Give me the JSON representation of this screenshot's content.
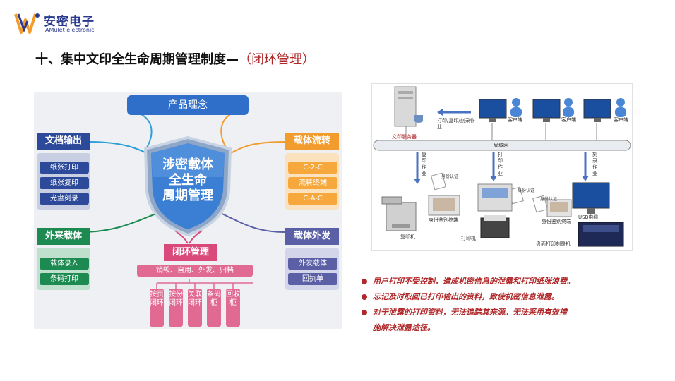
{
  "brand": {
    "name_cn": "安密电子",
    "name_en": "AMulet electronic"
  },
  "title": {
    "main": "十、集中文印全生命周期管理制度—",
    "accent": "（闭环管理）"
  },
  "concept": {
    "top": "产品理念",
    "shield": [
      "涉密载体",
      "全生命",
      "周期管理"
    ],
    "doc_output": {
      "title": "文档输出",
      "items": [
        "纸张打印",
        "纸张复印",
        "光盘刻录"
      ]
    },
    "carrier_flow": {
      "title": "载体流转",
      "items": [
        "C-2-C",
        "流转终端",
        "C-A-C"
      ]
    },
    "external": {
      "title": "外来载体",
      "items": [
        "载体录入",
        "条码打印"
      ]
    },
    "carrier_out": {
      "title": "载体外发",
      "items": [
        "外发载体",
        "回执单"
      ]
    },
    "closed_loop": {
      "title": "闭环管理",
      "bar": "销毁、自用、外发、归档",
      "columns": [
        "按页闭环",
        "按份闭环",
        "关联闭环",
        "条码柜",
        "回收柜"
      ]
    }
  },
  "network": {
    "server_label": "文印服务器",
    "job_label": "打印/复印/刻录作业",
    "lan_label": "局域网",
    "clients": [
      "客户端",
      "客户端",
      "客户端"
    ],
    "copy_job": "复印作业",
    "print_job": "打印作业",
    "burn_job": "刻录作业",
    "auth1": "身份认证",
    "auth2": "身份认证",
    "auth3": "身份认证",
    "copier": "复印机",
    "id_terminal1": "身份鉴别终端",
    "printer": "打印机",
    "id_terminal2": "身份鉴别终端",
    "usb": "USB电缆",
    "burner": "盘面打印刻录机"
  },
  "bullets": [
    "用户打印不受控制，造成机密信息的泄露和打印纸张浪费。",
    "忘记及时取回已打印输出的资料，致使机密信息泄露。",
    "对于泄露的打印资料，无法追踪其来源。无法采用有效措",
    "施解决泄露途径。"
  ],
  "colors": {
    "accent_red": "#b0282a",
    "blue": "#2c4a99",
    "orange": "#f39c2e",
    "green": "#1d8a52",
    "purple": "#5a5fa6",
    "pink": "#d94a7a"
  }
}
